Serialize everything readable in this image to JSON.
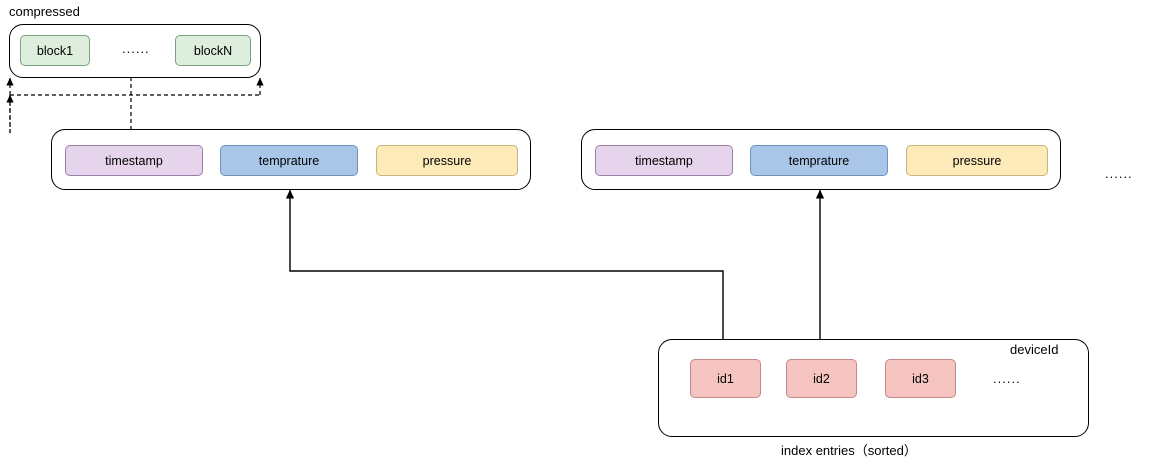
{
  "diagram": {
    "title_top_left": "compressed",
    "compressed_box": {
      "blocks": [
        "block1",
        "blockN"
      ],
      "ellipsis": "......"
    },
    "chunks": [
      {
        "columns": [
          "timestamp",
          "temprature",
          "pressure"
        ]
      },
      {
        "columns": [
          "timestamp",
          "temprature",
          "pressure"
        ]
      }
    ],
    "chunks_trailing_ellipsis": "......",
    "index_box": {
      "header_label": "deviceId",
      "ids": [
        "id1",
        "id2",
        "id3"
      ],
      "ellipsis": "......",
      "caption": "index entries（sorted）"
    },
    "colors": {
      "purple": "#e6d4ec",
      "blue": "#a9c6e8",
      "yellow": "#fdeab9",
      "green": "#ddeedd",
      "red": "#f5c4c0",
      "stroke": "#000000",
      "background": "#ffffff"
    }
  }
}
